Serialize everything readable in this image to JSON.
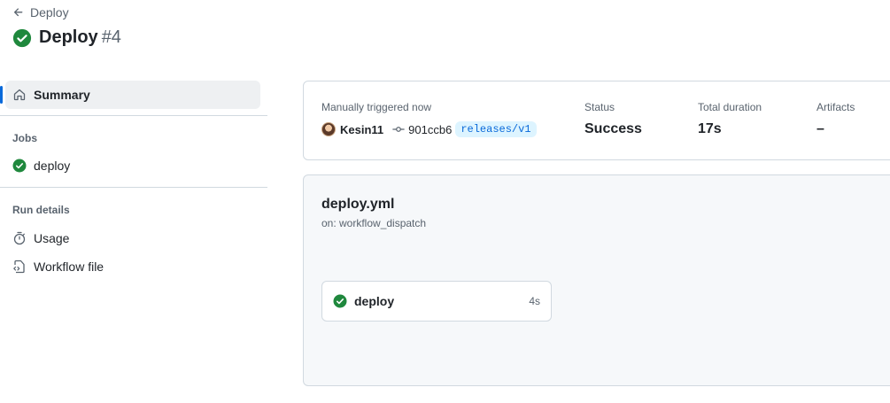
{
  "header": {
    "back_label": "Deploy",
    "run_title": "Deploy",
    "run_number": "#4"
  },
  "sidebar": {
    "summary_label": "Summary",
    "jobs_heading": "Jobs",
    "jobs": [
      {
        "label": "deploy",
        "status": "success"
      }
    ],
    "run_details_heading": "Run details",
    "run_details": [
      {
        "label": "Usage",
        "icon": "stopwatch-icon"
      },
      {
        "label": "Workflow file",
        "icon": "file-code-icon"
      }
    ]
  },
  "summary": {
    "trigger_text": "Manually triggered now",
    "actor": "Kesin11",
    "commit": "901ccb6",
    "branch": "releases/v1",
    "status_label": "Status",
    "status_value": "Success",
    "duration_label": "Total duration",
    "duration_value": "17s",
    "artifacts_label": "Artifacts",
    "artifacts_value": "–"
  },
  "workflow": {
    "file_name": "deploy.yml",
    "trigger": "on: workflow_dispatch",
    "job": {
      "name": "deploy",
      "duration": "4s",
      "status": "success"
    }
  },
  "colors": {
    "success": "#1f883d",
    "accent": "#0969da",
    "branch_bg": "#ddf4ff"
  }
}
